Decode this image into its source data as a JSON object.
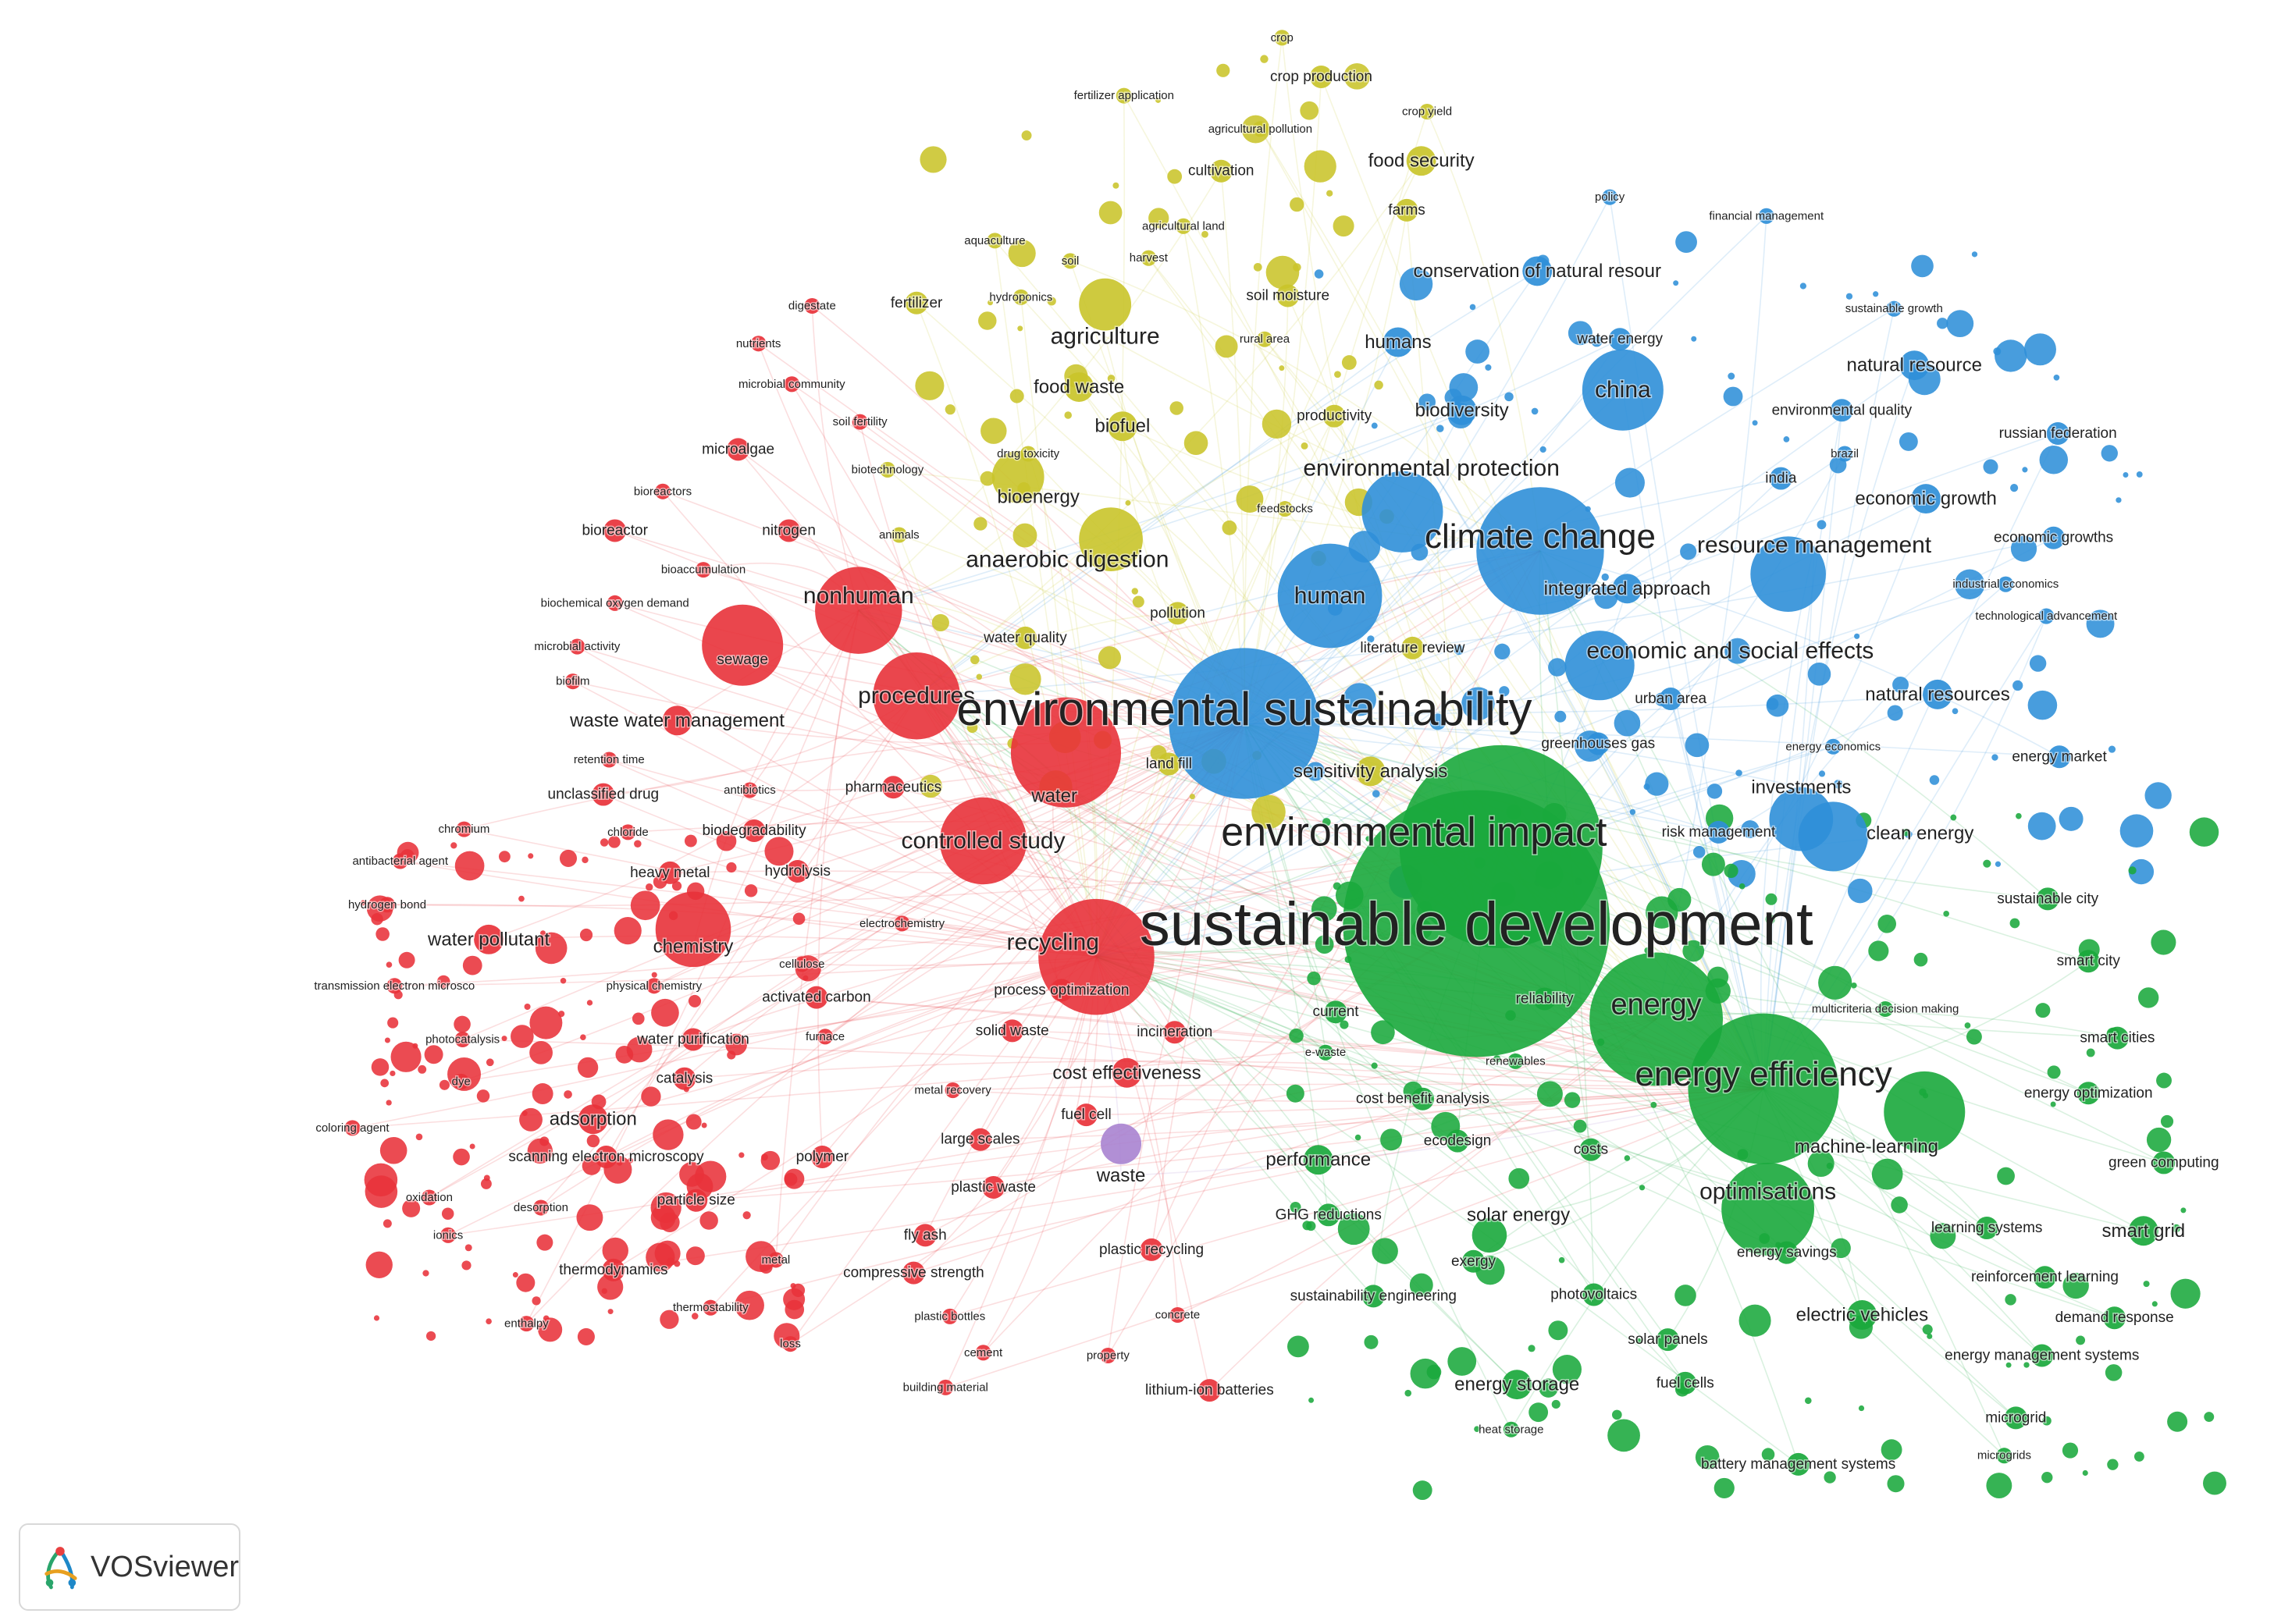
{
  "app": {
    "name": "VOSviewer"
  },
  "clusters": {
    "red": {
      "color": "#e8323a"
    },
    "yellow": {
      "color": "#c9c42a"
    },
    "blue": {
      "color": "#2f8fd8"
    },
    "green": {
      "color": "#1aa83c"
    },
    "purple": {
      "color": "#a883d0"
    },
    "cyan": {
      "color": "#12c8e0"
    }
  },
  "nodes": [
    {
      "label": "crop",
      "cluster": "yellow",
      "weight": 1
    },
    {
      "label": "crop production",
      "cluster": "yellow",
      "weight": 2
    },
    {
      "label": "fertilizer application",
      "cluster": "yellow",
      "weight": 1
    },
    {
      "label": "crop yield",
      "cluster": "yellow",
      "weight": 1
    },
    {
      "label": "agricultural pollution",
      "cluster": "yellow",
      "weight": 1
    },
    {
      "label": "food security",
      "cluster": "yellow",
      "weight": 3
    },
    {
      "label": "cultivation",
      "cluster": "yellow",
      "weight": 2
    },
    {
      "label": "policy",
      "cluster": "blue",
      "weight": 1
    },
    {
      "label": "financial management",
      "cluster": "blue",
      "weight": 1
    },
    {
      "label": "farms",
      "cluster": "yellow",
      "weight": 2
    },
    {
      "label": "agricultural land",
      "cluster": "yellow",
      "weight": 1
    },
    {
      "label": "aquaculture",
      "cluster": "yellow",
      "weight": 1
    },
    {
      "label": "soil",
      "cluster": "yellow",
      "weight": 1
    },
    {
      "label": "harvest",
      "cluster": "yellow",
      "weight": 1
    },
    {
      "label": "conservation of natural resour",
      "cluster": "blue",
      "weight": 3
    },
    {
      "label": "digestate",
      "cluster": "red",
      "weight": 1
    },
    {
      "label": "fertilizer",
      "cluster": "yellow",
      "weight": 2
    },
    {
      "label": "hydroponics",
      "cluster": "yellow",
      "weight": 1
    },
    {
      "label": "soil moisture",
      "cluster": "yellow",
      "weight": 2
    },
    {
      "label": "sustainable growth",
      "cluster": "blue",
      "weight": 1
    },
    {
      "label": "nutrients",
      "cluster": "red",
      "weight": 1
    },
    {
      "label": "agriculture",
      "cluster": "yellow",
      "weight": 4
    },
    {
      "label": "rural area",
      "cluster": "yellow",
      "weight": 1
    },
    {
      "label": "humans",
      "cluster": "blue",
      "weight": 3
    },
    {
      "label": "water energy",
      "cluster": "blue",
      "weight": 2
    },
    {
      "label": "natural resource",
      "cluster": "blue",
      "weight": 3
    },
    {
      "label": "microbial community",
      "cluster": "red",
      "weight": 1
    },
    {
      "label": "food waste",
      "cluster": "yellow",
      "weight": 3
    },
    {
      "label": "china",
      "cluster": "blue",
      "weight": 4
    },
    {
      "label": "soil fertility",
      "cluster": "red",
      "weight": 1
    },
    {
      "label": "biofuel",
      "cluster": "yellow",
      "weight": 3
    },
    {
      "label": "environmental quality",
      "cluster": "blue",
      "weight": 2
    },
    {
      "label": "productivity",
      "cluster": "yellow",
      "weight": 2
    },
    {
      "label": "biodiversity",
      "cluster": "blue",
      "weight": 3
    },
    {
      "label": "microalgae",
      "cluster": "red",
      "weight": 2
    },
    {
      "label": "drug toxicity",
      "cluster": "yellow",
      "weight": 1
    },
    {
      "label": "brazil",
      "cluster": "blue",
      "weight": 1
    },
    {
      "label": "russian federation",
      "cluster": "blue",
      "weight": 2
    },
    {
      "label": "bioreactors",
      "cluster": "red",
      "weight": 1
    },
    {
      "label": "biotechnology",
      "cluster": "yellow",
      "weight": 1
    },
    {
      "label": "environmental protection",
      "cluster": "blue",
      "weight": 4
    },
    {
      "label": "india",
      "cluster": "blue",
      "weight": 2
    },
    {
      "label": "bioenergy",
      "cluster": "yellow",
      "weight": 3
    },
    {
      "label": "feedstocks",
      "cluster": "yellow",
      "weight": 1
    },
    {
      "label": "economic growth",
      "cluster": "blue",
      "weight": 3
    },
    {
      "label": "bioreactor",
      "cluster": "red",
      "weight": 2
    },
    {
      "label": "nitrogen",
      "cluster": "red",
      "weight": 2
    },
    {
      "label": "animals",
      "cluster": "yellow",
      "weight": 1
    },
    {
      "label": "climate change",
      "cluster": "blue",
      "weight": 6
    },
    {
      "label": "resource management",
      "cluster": "blue",
      "weight": 4
    },
    {
      "label": "economic growths",
      "cluster": "blue",
      "weight": 2
    },
    {
      "label": "bioaccumulation",
      "cluster": "red",
      "weight": 1
    },
    {
      "label": "anaerobic digestion",
      "cluster": "yellow",
      "weight": 4
    },
    {
      "label": "industrial economics",
      "cluster": "blue",
      "weight": 1
    },
    {
      "label": "integrated approach",
      "cluster": "blue",
      "weight": 3
    },
    {
      "label": "biochemical oxygen demand",
      "cluster": "red",
      "weight": 1
    },
    {
      "label": "nonhuman",
      "cluster": "red",
      "weight": 4
    },
    {
      "label": "human",
      "cluster": "blue",
      "weight": 4
    },
    {
      "label": "technological advancement",
      "cluster": "blue",
      "weight": 1
    },
    {
      "label": "pollution",
      "cluster": "yellow",
      "weight": 2
    },
    {
      "label": "water quality",
      "cluster": "yellow",
      "weight": 2
    },
    {
      "label": "microbial activity",
      "cluster": "red",
      "weight": 1
    },
    {
      "label": "literature review",
      "cluster": "yellow",
      "weight": 2
    },
    {
      "label": "economic and social effects",
      "cluster": "blue",
      "weight": 4
    },
    {
      "label": "sewage",
      "cluster": "red",
      "weight": 2
    },
    {
      "label": "biofilm",
      "cluster": "red",
      "weight": 1
    },
    {
      "label": "procedures",
      "cluster": "red",
      "weight": 4
    },
    {
      "label": "urban area",
      "cluster": "blue",
      "weight": 2
    },
    {
      "label": "natural resources",
      "cluster": "blue",
      "weight": 3
    },
    {
      "label": "waste water management",
      "cluster": "red",
      "weight": 3
    },
    {
      "label": "environmental sustainability",
      "cluster": "blue",
      "weight": 8
    },
    {
      "label": "retention time",
      "cluster": "red",
      "weight": 1
    },
    {
      "label": "land fill",
      "cluster": "yellow",
      "weight": 2
    },
    {
      "label": "greenhouses gas",
      "cluster": "blue",
      "weight": 2
    },
    {
      "label": "energy economics",
      "cluster": "blue",
      "weight": 1
    },
    {
      "label": "energy market",
      "cluster": "blue",
      "weight": 2
    },
    {
      "label": "sensitivity analysis",
      "cluster": "yellow",
      "weight": 3
    },
    {
      "label": "unclassified drug",
      "cluster": "red",
      "weight": 2
    },
    {
      "label": "antibiotics",
      "cluster": "red",
      "weight": 1
    },
    {
      "label": "pharmaceutics",
      "cluster": "red",
      "weight": 2
    },
    {
      "label": "water",
      "cluster": "red",
      "weight": 3
    },
    {
      "label": "investments",
      "cluster": "blue",
      "weight": 3
    },
    {
      "label": "chromium",
      "cluster": "red",
      "weight": 1
    },
    {
      "label": "chloride",
      "cluster": "red",
      "weight": 1
    },
    {
      "label": "biodegradability",
      "cluster": "red",
      "weight": 2
    },
    {
      "label": "controlled study",
      "cluster": "red",
      "weight": 4
    },
    {
      "label": "environmental impact",
      "cluster": "green",
      "weight": 7
    },
    {
      "label": "risk management",
      "cluster": "blue",
      "weight": 2
    },
    {
      "label": "clean energy",
      "cluster": "blue",
      "weight": 3
    },
    {
      "label": "antibacterial agent",
      "cluster": "red",
      "weight": 1
    },
    {
      "label": "heavy metal",
      "cluster": "red",
      "weight": 2
    },
    {
      "label": "hydrolysis",
      "cluster": "red",
      "weight": 2
    },
    {
      "label": "hydrogen bond",
      "cluster": "red",
      "weight": 1
    },
    {
      "label": "sustainable city",
      "cluster": "green",
      "weight": 2
    },
    {
      "label": "electrochemistry",
      "cluster": "red",
      "weight": 1
    },
    {
      "label": "water pollutant",
      "cluster": "red",
      "weight": 3
    },
    {
      "label": "chemistry",
      "cluster": "red",
      "weight": 3
    },
    {
      "label": "recycling",
      "cluster": "red",
      "weight": 4
    },
    {
      "label": "sustainable development",
      "cluster": "green",
      "weight": 10
    },
    {
      "label": "cellulose",
      "cluster": "red",
      "weight": 1
    },
    {
      "label": "smart city",
      "cluster": "green",
      "weight": 2
    },
    {
      "label": "transmission electron microsco",
      "cluster": "red",
      "weight": 1
    },
    {
      "label": "physical chemistry",
      "cluster": "red",
      "weight": 1
    },
    {
      "label": "activated carbon",
      "cluster": "red",
      "weight": 2
    },
    {
      "label": "process optimization",
      "cluster": "red",
      "weight": 2
    },
    {
      "label": "current",
      "cluster": "green",
      "weight": 2
    },
    {
      "label": "reliability",
      "cluster": "green",
      "weight": 2
    },
    {
      "label": "energy",
      "cluster": "green",
      "weight": 5
    },
    {
      "label": "multicriteria decision making",
      "cluster": "green",
      "weight": 1
    },
    {
      "label": "photocatalysis",
      "cluster": "red",
      "weight": 1
    },
    {
      "label": "water purification",
      "cluster": "red",
      "weight": 2
    },
    {
      "label": "furnace",
      "cluster": "red",
      "weight": 1
    },
    {
      "label": "solid waste",
      "cluster": "red",
      "weight": 2
    },
    {
      "label": "incineration",
      "cluster": "red",
      "weight": 2
    },
    {
      "label": "e-waste",
      "cluster": "green",
      "weight": 1
    },
    {
      "label": "renewables",
      "cluster": "green",
      "weight": 1
    },
    {
      "label": "smart cities",
      "cluster": "green",
      "weight": 2
    },
    {
      "label": "dye",
      "cluster": "red",
      "weight": 1
    },
    {
      "label": "catalysis",
      "cluster": "red",
      "weight": 2
    },
    {
      "label": "cost effectiveness",
      "cluster": "red",
      "weight": 3
    },
    {
      "label": "energy efficiency",
      "cluster": "green",
      "weight": 6
    },
    {
      "label": "metal recovery",
      "cluster": "red",
      "weight": 1
    },
    {
      "label": "cost benefit analysis",
      "cluster": "green",
      "weight": 2
    },
    {
      "label": "energy optimization",
      "cluster": "green",
      "weight": 2
    },
    {
      "label": "fuel cell",
      "cluster": "red",
      "weight": 2
    },
    {
      "label": "coloring agent",
      "cluster": "red",
      "weight": 1
    },
    {
      "label": "adsorption",
      "cluster": "red",
      "weight": 3
    },
    {
      "label": "large scales",
      "cluster": "red",
      "weight": 2
    },
    {
      "label": "ecodesign",
      "cluster": "green",
      "weight": 2
    },
    {
      "label": "costs",
      "cluster": "green",
      "weight": 2
    },
    {
      "label": "machine-learning",
      "cluster": "green",
      "weight": 3
    },
    {
      "label": "scanning electron microscopy",
      "cluster": "red",
      "weight": 2
    },
    {
      "label": "polymer",
      "cluster": "red",
      "weight": 2
    },
    {
      "label": "waste",
      "cluster": "purple",
      "weight": 3
    },
    {
      "label": "performance",
      "cluster": "green",
      "weight": 3
    },
    {
      "label": "green computing",
      "cluster": "green",
      "weight": 2
    },
    {
      "label": "plastic waste",
      "cluster": "red",
      "weight": 2
    },
    {
      "label": "optimisations",
      "cluster": "green",
      "weight": 4
    },
    {
      "label": "oxidation",
      "cluster": "red",
      "weight": 1
    },
    {
      "label": "particle size",
      "cluster": "red",
      "weight": 2
    },
    {
      "label": "desorption",
      "cluster": "red",
      "weight": 1
    },
    {
      "label": "GHG reductions",
      "cluster": "green",
      "weight": 2
    },
    {
      "label": "solar energy",
      "cluster": "green",
      "weight": 3
    },
    {
      "label": "ionics",
      "cluster": "red",
      "weight": 1
    },
    {
      "label": "fly ash",
      "cluster": "red",
      "weight": 2
    },
    {
      "label": "learning systems",
      "cluster": "green",
      "weight": 2
    },
    {
      "label": "smart grid",
      "cluster": "green",
      "weight": 3
    },
    {
      "label": "plastic recycling",
      "cluster": "red",
      "weight": 2
    },
    {
      "label": "exergy",
      "cluster": "green",
      "weight": 2
    },
    {
      "label": "energy savings",
      "cluster": "green",
      "weight": 2
    },
    {
      "label": "metal",
      "cluster": "red",
      "weight": 1
    },
    {
      "label": "thermodynamics",
      "cluster": "red",
      "weight": 2
    },
    {
      "label": "compressive strength",
      "cluster": "red",
      "weight": 2
    },
    {
      "label": "reinforcement learning",
      "cluster": "green",
      "weight": 2
    },
    {
      "label": "thermostability",
      "cluster": "red",
      "weight": 1
    },
    {
      "label": "sustainability engineering",
      "cluster": "green",
      "weight": 2
    },
    {
      "label": "photovoltaics",
      "cluster": "green",
      "weight": 2
    },
    {
      "label": "electric vehicles",
      "cluster": "green",
      "weight": 3
    },
    {
      "label": "demand response",
      "cluster": "green",
      "weight": 2
    },
    {
      "label": "enthalpy",
      "cluster": "red",
      "weight": 1
    },
    {
      "label": "plastic bottles",
      "cluster": "red",
      "weight": 1
    },
    {
      "label": "concrete",
      "cluster": "red",
      "weight": 1
    },
    {
      "label": "loss",
      "cluster": "red",
      "weight": 1
    },
    {
      "label": "solar panels",
      "cluster": "green",
      "weight": 2
    },
    {
      "label": "cement",
      "cluster": "red",
      "weight": 1
    },
    {
      "label": "property",
      "cluster": "red",
      "weight": 1
    },
    {
      "label": "energy management systems",
      "cluster": "green",
      "weight": 2
    },
    {
      "label": "energy storage",
      "cluster": "green",
      "weight": 3
    },
    {
      "label": "fuel cells",
      "cluster": "green",
      "weight": 2
    },
    {
      "label": "building material",
      "cluster": "red",
      "weight": 1
    },
    {
      "label": "lithium-ion batteries",
      "cluster": "red",
      "weight": 2
    },
    {
      "label": "microgrid",
      "cluster": "green",
      "weight": 2
    },
    {
      "label": "heat storage",
      "cluster": "green",
      "weight": 1
    },
    {
      "label": "battery management systems",
      "cluster": "green",
      "weight": 2
    },
    {
      "label": "microgrids",
      "cluster": "green",
      "weight": 1
    }
  ]
}
